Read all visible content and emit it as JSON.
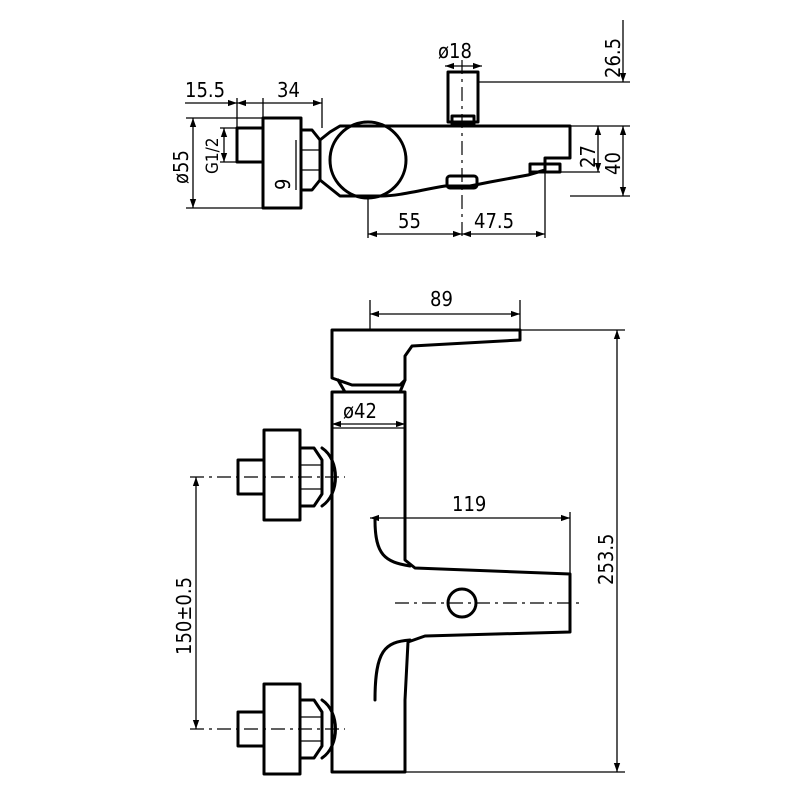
{
  "top_view": {
    "dims": {
      "spout_diameter": "ø18",
      "spout_height": "26.5",
      "inlet_length": "15.5",
      "escutcheon_depth": "34",
      "escutcheon_diameter": "ø55",
      "thread": "G1/2",
      "inner_offset": "9",
      "body_front": "27",
      "body_height": "40",
      "body_to_center": "55",
      "center_to_outlet": "47.5"
    }
  },
  "front_view": {
    "dims": {
      "lever_length": "89",
      "body_diameter": "ø42",
      "spout_reach": "119",
      "total_height": "253.5",
      "inlet_centers": "150±0.5"
    }
  }
}
